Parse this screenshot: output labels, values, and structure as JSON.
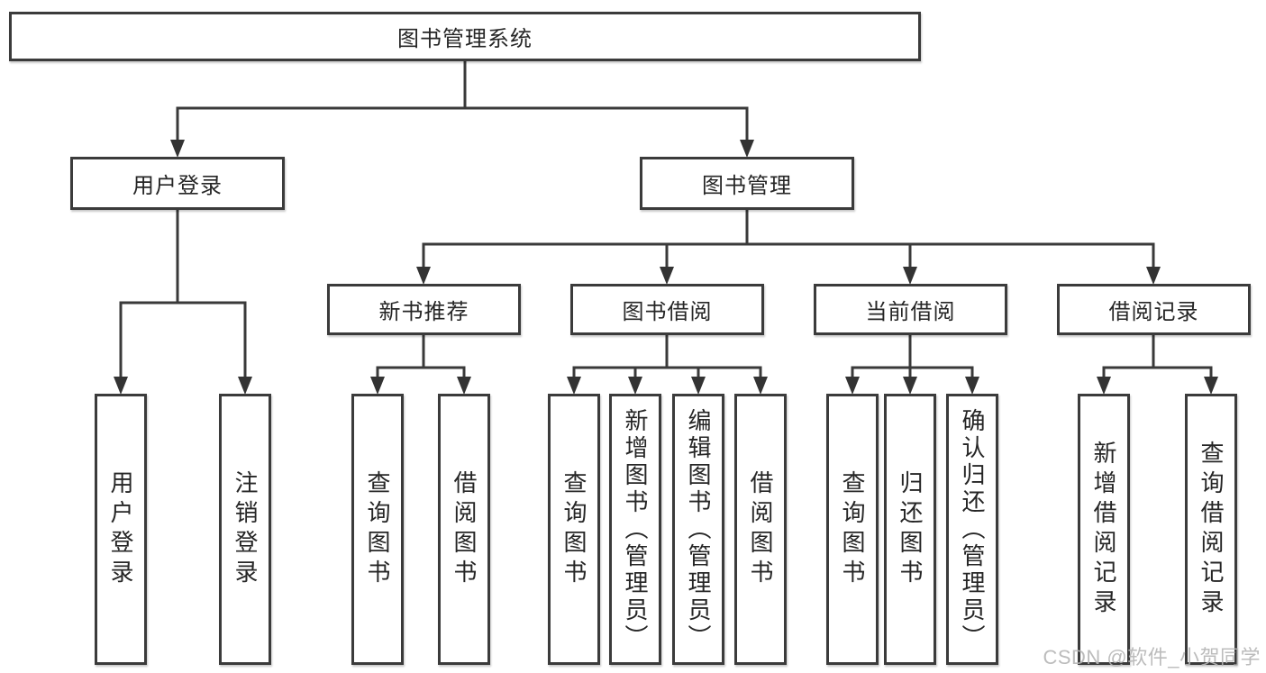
{
  "tree": {
    "label": "图书管理系统",
    "children": [
      {
        "label": "用户登录",
        "children": [
          {
            "label": "用户登录"
          },
          {
            "label": "注销登录"
          }
        ]
      },
      {
        "label": "图书管理",
        "children": [
          {
            "label": "新书推荐",
            "children": [
              {
                "label": "查询图书"
              },
              {
                "label": "借阅图书"
              }
            ]
          },
          {
            "label": "图书借阅",
            "children": [
              {
                "label": "查询图书"
              },
              {
                "label": "新增图书（管理员）"
              },
              {
                "label": "编辑图书（管理员）"
              },
              {
                "label": "借阅图书"
              }
            ]
          },
          {
            "label": "当前借阅",
            "children": [
              {
                "label": "查询图书"
              },
              {
                "label": "归还图书"
              },
              {
                "label": "确认归还（管理员）"
              }
            ]
          },
          {
            "label": "借阅记录",
            "children": [
              {
                "label": "新增借阅记录"
              },
              {
                "label": "查询借阅记录"
              }
            ]
          }
        ]
      }
    ]
  },
  "watermark": {
    "text": "CSDN @软件_小贺同学"
  },
  "colors": {
    "background": "#ffffff",
    "box_border": "#3b3b3b",
    "line": "#3a3a3a",
    "arrow": "#333333",
    "text": "#262626",
    "watermark": "#b5b5b5"
  }
}
